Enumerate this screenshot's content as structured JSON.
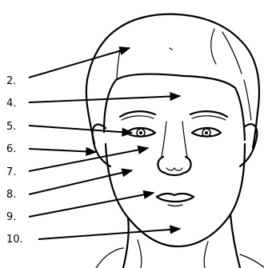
{
  "labels": [
    "2.",
    "4.",
    "5.",
    "6.",
    "7.",
    "8.",
    "9.",
    "10."
  ],
  "colors": {
    "ink": "#000000",
    "background": "#ffffff"
  }
}
